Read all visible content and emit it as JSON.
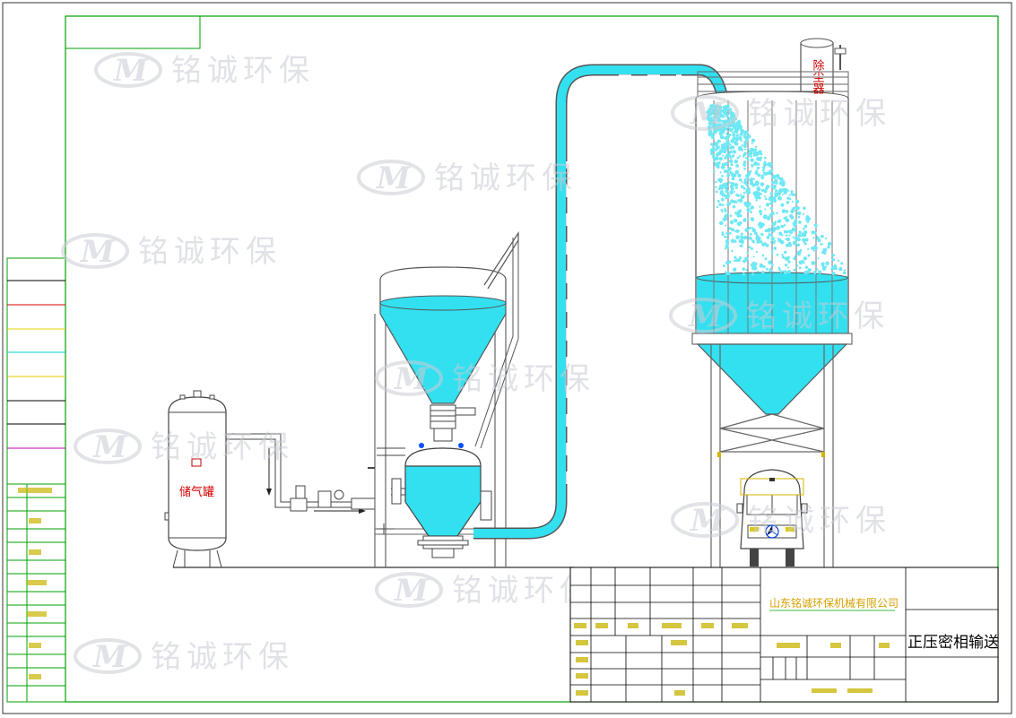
{
  "watermark": {
    "logo": "M",
    "text": "铭诚环保"
  },
  "drawing": {
    "storage_tank_label": "储气罐",
    "dust_collector_label": "除尘器",
    "title_block": {
      "company": "山东铭诚环保机械有限公司",
      "drawing_title": "正压密相输送"
    }
  },
  "colors": {
    "border": "#00a000",
    "material": "#33e0f0",
    "particles": "#6ee8f4",
    "equipment_line": "#555555",
    "watermark": "#c8ccd4",
    "company_text": "#d4a000",
    "label_red": "#d40000"
  },
  "icons": {
    "watermark_logo": "ming-cheng-logo-icon",
    "truck": "tanker-truck-icon",
    "storage_tank": "air-storage-tank-icon",
    "silo": "silo-icon",
    "pump": "conveying-pump-icon"
  }
}
